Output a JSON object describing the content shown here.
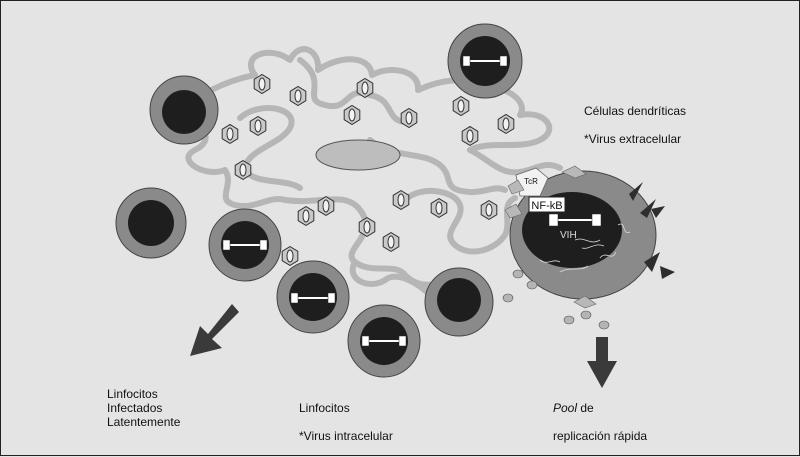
{
  "labels": {
    "dendritic_line1": "Células dendríticas",
    "dendritic_line2": "*Virus extracelular",
    "infected_latent": "Linfocitos\nInfectados\nLatentemente",
    "lymph_intracellular_line1": "Linfocitos",
    "lymph_intracellular_line2": "*Virus intracelular",
    "pool_word": "Pool",
    "pool_rest_line1": " de",
    "pool_line2": "replicación rápida",
    "tcr": "TcR",
    "nfkb": "NF-kB",
    "vih": "VIH"
  },
  "colors": {
    "background": "#e4e4e4",
    "cell_outer": "#8a8a8a",
    "cell_nucleus": "#1e1e1e",
    "dendrite": "#b8b8b8",
    "arrow": "#3a3a3a"
  }
}
